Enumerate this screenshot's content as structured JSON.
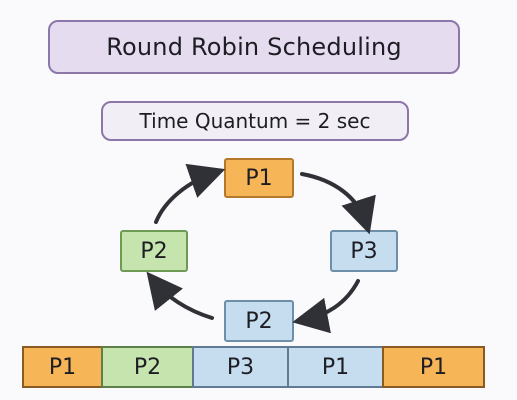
{
  "title": "Round Robin Scheduling",
  "quantum_label": "Time Quantum = 2 sec",
  "cycle": {
    "top": "P1",
    "right": "P3",
    "bottom": "P2",
    "left": "P2"
  },
  "gantt": [
    "P1",
    "P2",
    "P3",
    "P1",
    "P1"
  ],
  "colors": {
    "p1": "#f6b556",
    "p2": "#c6e5ae",
    "p3": "#c6dcef",
    "title_bg": "#e6dcf0",
    "arrow": "#2f3136"
  }
}
